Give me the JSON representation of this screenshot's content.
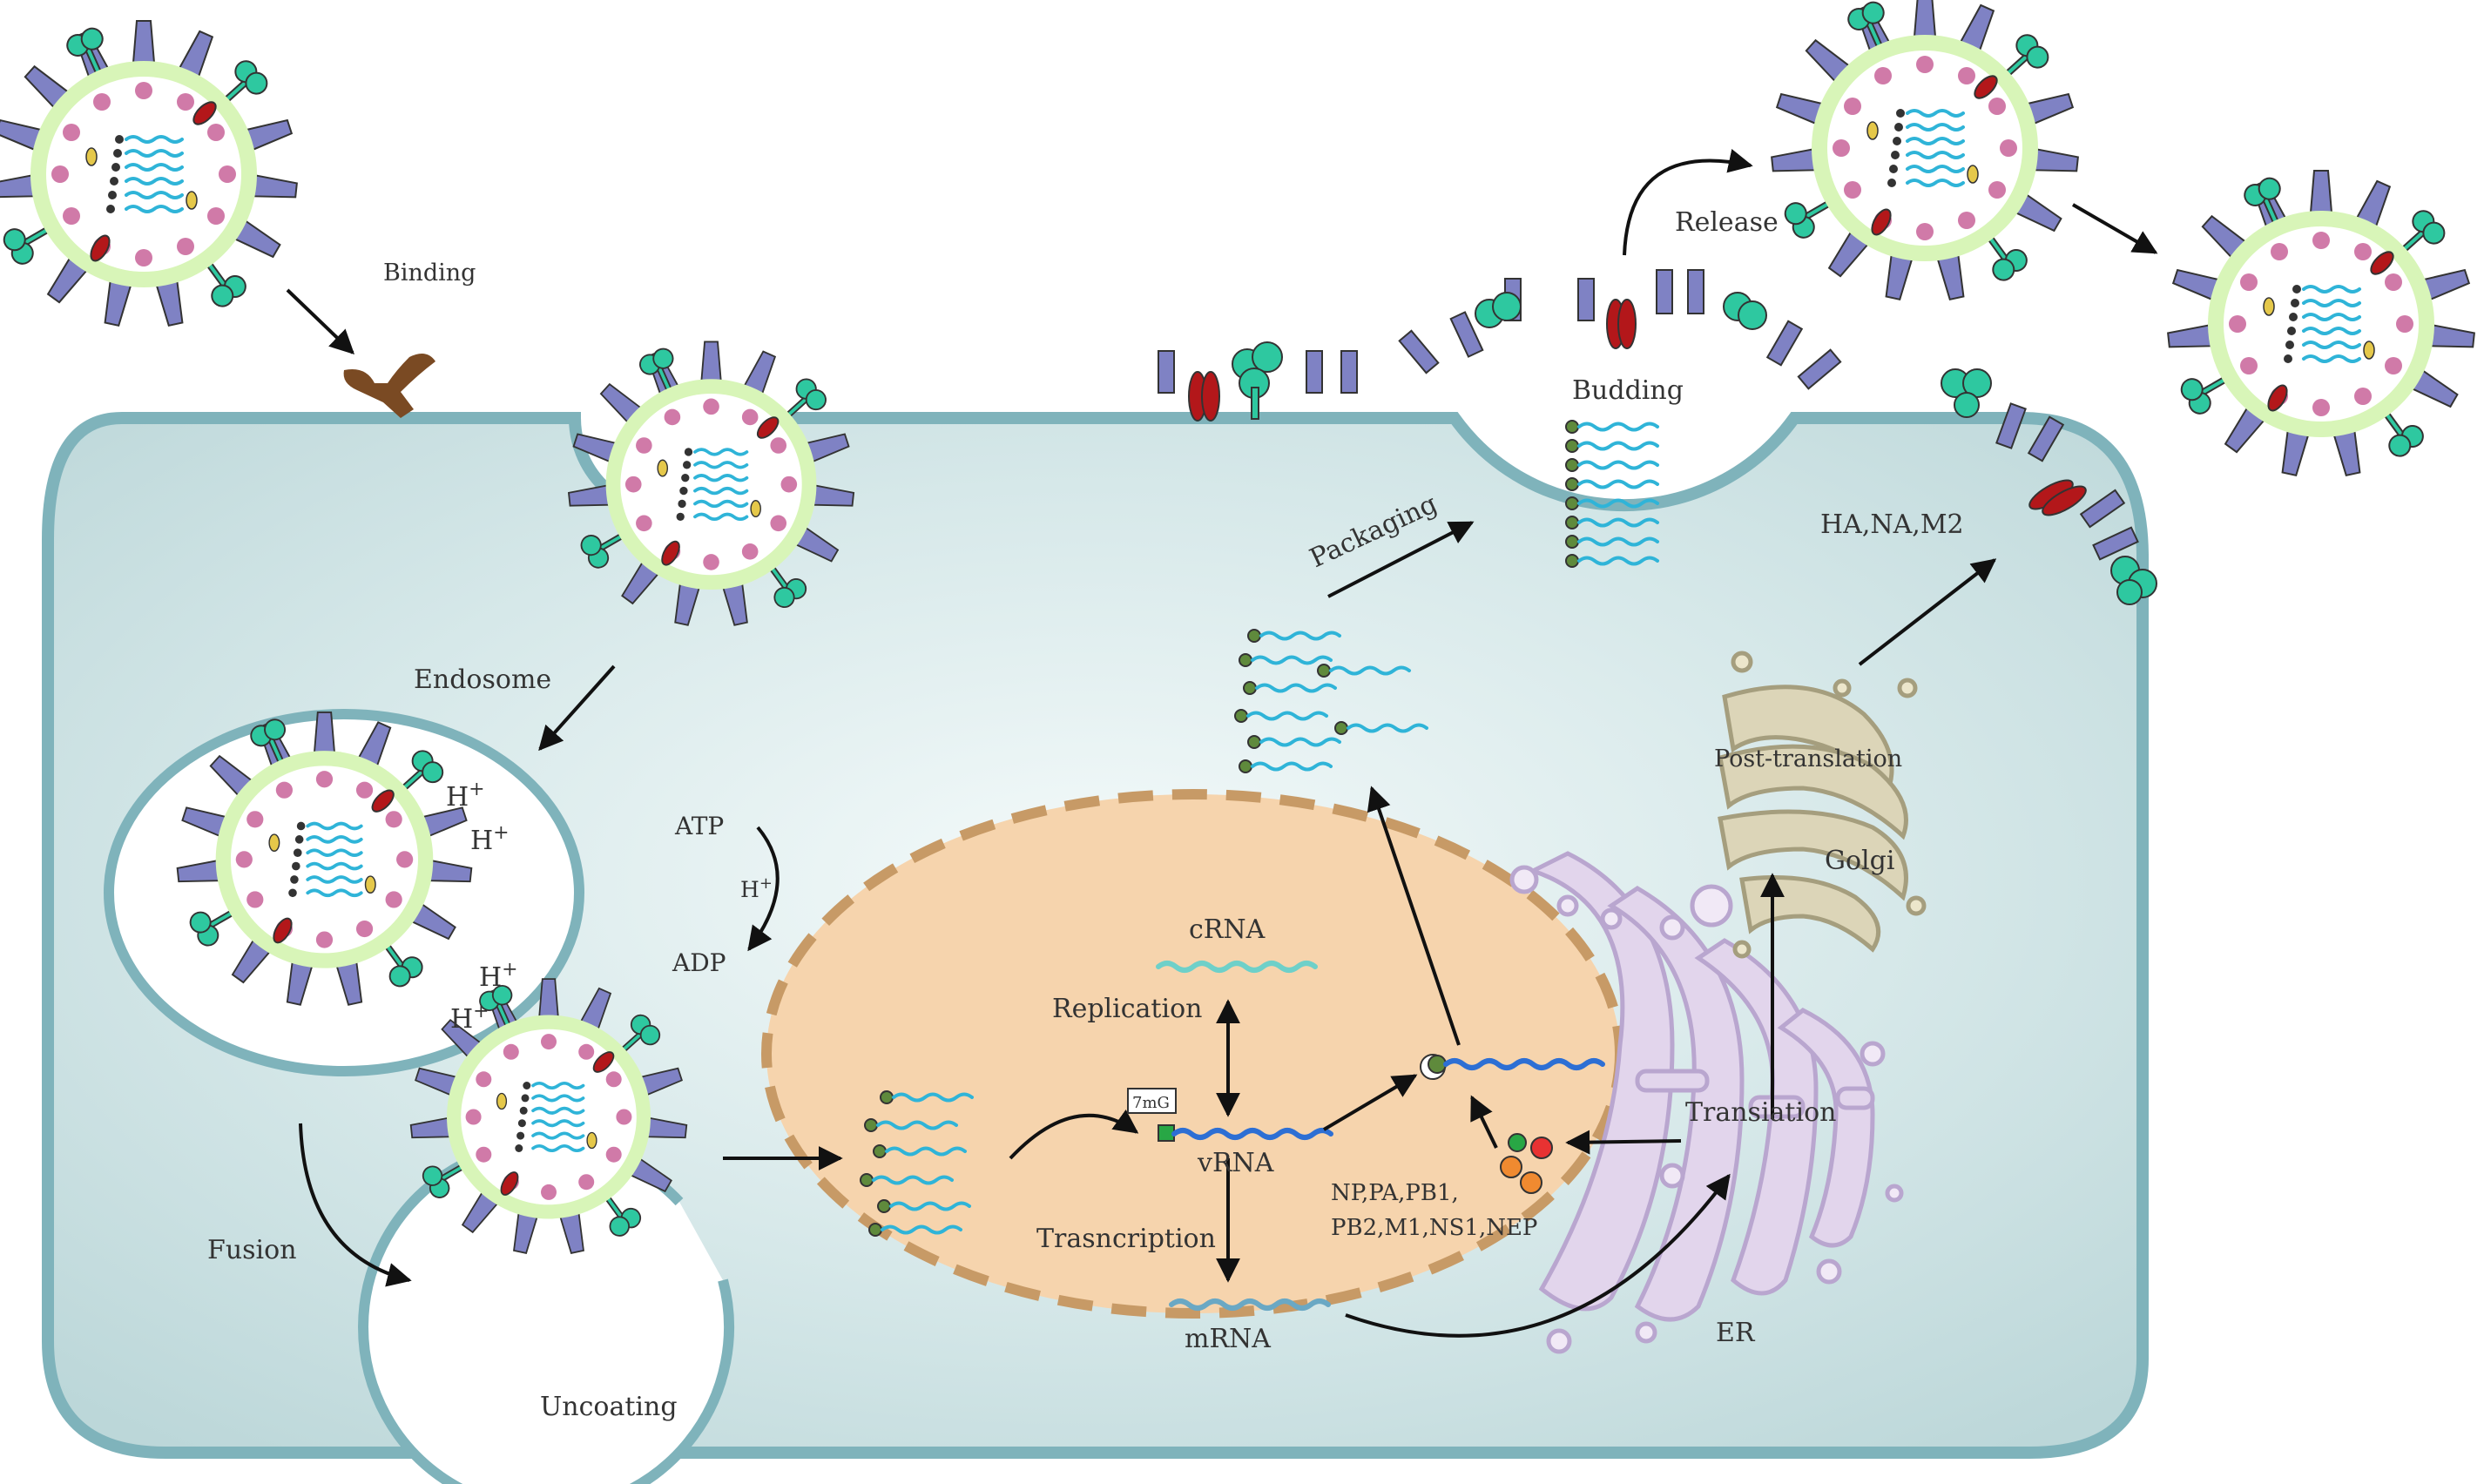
{
  "labels": {
    "binding": "Binding",
    "endosome": "Endosome",
    "fusion": "Fusion",
    "uncoating": "Uncoating",
    "atp": "ATP",
    "adp": "ADP",
    "h_plus_cycle": "H",
    "h_plus_endosome": "H",
    "plus_sign": "+",
    "cap": "7mG",
    "crna": "cRNA",
    "replication": "Replication",
    "vrna": "vRNA",
    "transcription": "Trasncription",
    "mrna": "mRNA",
    "packaging": "Packaging",
    "budding": "Budding",
    "release": "Release",
    "proteins_line1": "NP,PA,PB1,",
    "proteins_line2": "PB2,M1,NS1,NEP",
    "translation": "Transiation",
    "post_translation": "Post-translation",
    "golgi": "Golgi",
    "er": "ER",
    "surface_proteins": "HA,NA,M2"
  },
  "colors": {
    "cell_fill": "#c7dfe0",
    "cell_border": "#7fb3bb",
    "nucleus_fill": "#f6d4ad",
    "nucleus_border": "#c79a66",
    "ha_purple": "#7f82c4",
    "na_green": "#2ec8a0",
    "m2_red": "#b3171a",
    "envelope_green": "#d8f5b8",
    "matrix_pink": "#d07aa8",
    "rna_cyan": "#2fb4d8",
    "vrna_blue": "#2d6fd4",
    "er_purple": "#d8c8e4",
    "golgi_tan": "#d6cfb0",
    "receptor_brown": "#7a4a23"
  },
  "icons": [
    "influenza-virion-icon",
    "receptor-icon",
    "ribonucleoprotein-icon",
    "ribosome-icon",
    "er-icon",
    "golgi-icon",
    "hemagglutinin-icon",
    "neuraminidase-icon",
    "m2-channel-icon"
  ]
}
